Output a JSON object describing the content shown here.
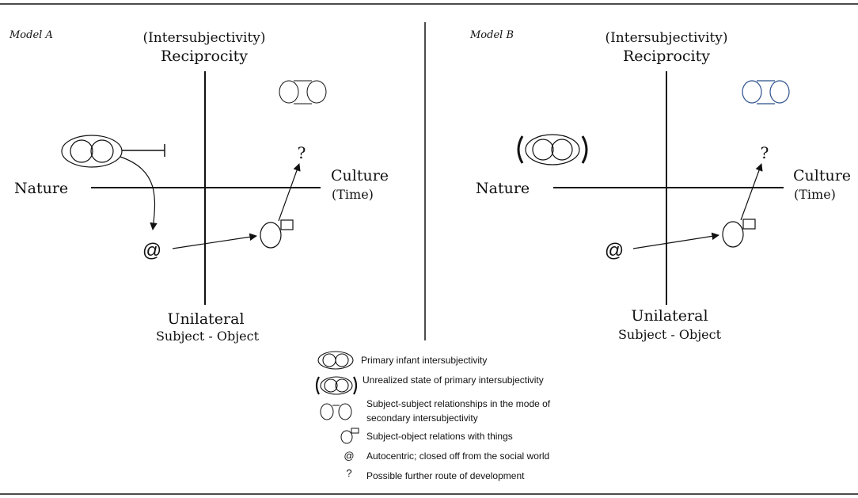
{
  "models": [
    {
      "id": "a",
      "label": "Model A",
      "axis_top_line1": "(Intersubjectivity)",
      "axis_top_line2": "Reciprocity",
      "axis_left": "Nature",
      "axis_right_line1": "Culture",
      "axis_right_line2": "(Time)",
      "axis_bottom_line1": "Unilateral",
      "axis_bottom_line2": "Subject - Object",
      "autocentric_symbol": "@",
      "question_symbol": "?",
      "primary_state": "primary-infant-intersubjectivity"
    },
    {
      "id": "b",
      "label": "Model B",
      "axis_top_line1": "(Intersubjectivity)",
      "axis_top_line2": "Reciprocity",
      "axis_left": "Nature",
      "axis_right_line1": "Culture",
      "axis_right_line2": "(Time)",
      "axis_bottom_line1": "Unilateral",
      "axis_bottom_line2": "Subject - Object",
      "autocentric_symbol": "@",
      "question_symbol": "?",
      "primary_state": "unrealized-primary-intersubjectivity"
    }
  ],
  "legend": {
    "items": [
      {
        "icon": "primary-intersubjectivity-icon",
        "text": "Primary infant intersubjectivity"
      },
      {
        "icon": "unrealized-intersubjectivity-icon",
        "text": "Unrealized state of primary intersubjectivity"
      },
      {
        "icon": "secondary-intersubjectivity-icon",
        "text_line1": "Subject-subject relationships in the mode of",
        "text_line2": "secondary intersubjectivity"
      },
      {
        "icon": "subject-object-icon",
        "text": "Subject-object relations with things"
      },
      {
        "symbol": "@",
        "text": "Autocentric; closed off from the social world"
      },
      {
        "symbol": "?",
        "text": "Possible further route of development"
      }
    ]
  },
  "colors": {
    "line": "#111111",
    "secondary_icon_model_b": "#2b4f8a"
  }
}
